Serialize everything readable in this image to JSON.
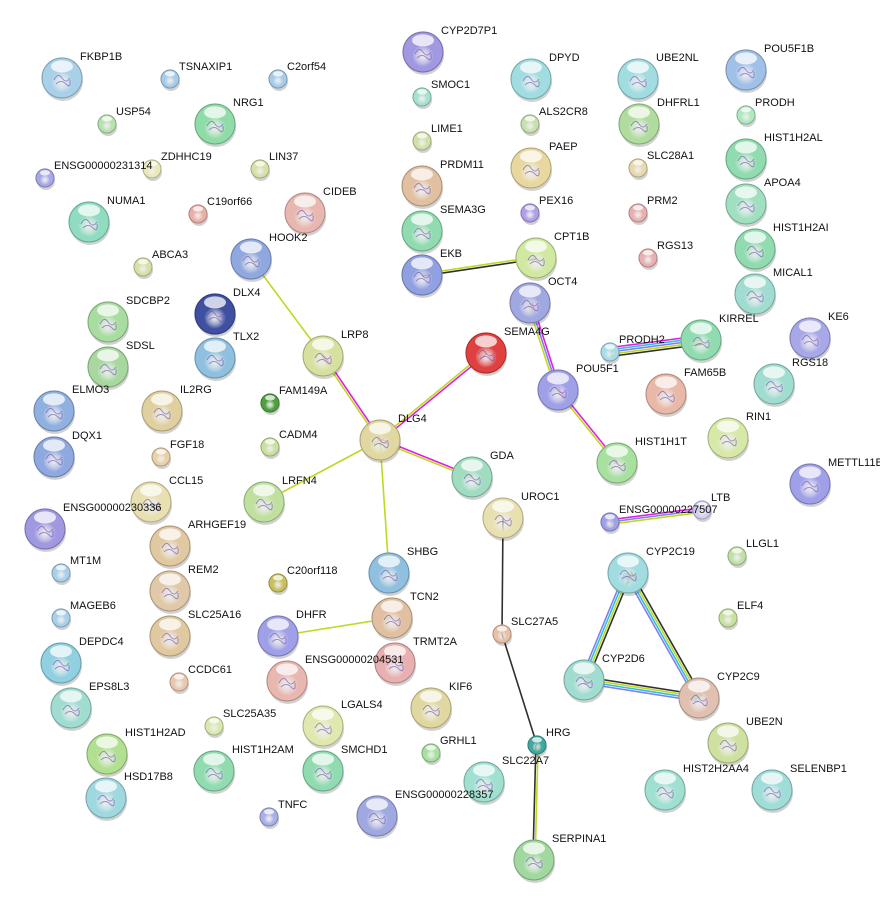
{
  "nodes": [
    {
      "name": "FKBP1B",
      "color": "#a8d0e8"
    },
    {
      "name": "TSNAXIP1",
      "color": "#a8cce8"
    },
    {
      "name": "C2orf54",
      "color": "#a8cce8"
    },
    {
      "name": "USP54",
      "color": "#b8e0b0"
    },
    {
      "name": "NRG1",
      "color": "#90dca8"
    },
    {
      "name": "ENSG00000231314",
      "color": "#a8a8e8"
    },
    {
      "name": "ZDHHC19",
      "color": "#e8e8b8"
    },
    {
      "name": "LIN37",
      "color": "#d8e0a8"
    },
    {
      "name": "NUMA1",
      "color": "#90dcc0"
    },
    {
      "name": "C19orf66",
      "color": "#e8b0a8"
    },
    {
      "name": "CIDEB",
      "color": "#e8b8b0"
    },
    {
      "name": "HOOK2",
      "color": "#90a8e0"
    },
    {
      "name": "ABCA3",
      "color": "#d8e0a8"
    },
    {
      "name": "SDCBP2",
      "color": "#a8dca0"
    },
    {
      "name": "DLX4",
      "color": "#4050a0"
    },
    {
      "name": "SDSL",
      "color": "#a8d8a0"
    },
    {
      "name": "TLX2",
      "color": "#90c0e0"
    },
    {
      "name": "ELMO3",
      "color": "#90b0e0"
    },
    {
      "name": "LRP8",
      "color": "#d8e0a0"
    },
    {
      "name": "FAM149A",
      "color": "#50a040"
    },
    {
      "name": "IL2RG",
      "color": "#e0d0a0"
    },
    {
      "name": "DLG4",
      "color": "#e0d8a0"
    },
    {
      "name": "CADM4",
      "color": "#c8e0a0"
    },
    {
      "name": "DQX1",
      "color": "#90a8e0"
    },
    {
      "name": "FGF18",
      "color": "#e8d0a8"
    },
    {
      "name": "SEMA4G",
      "color": "#e04040"
    },
    {
      "name": "GDA",
      "color": "#a0dcc0"
    },
    {
      "name": "LRFN4",
      "color": "#c0e0a0"
    },
    {
      "name": "CCL15",
      "color": "#e8e0b0"
    },
    {
      "name": "ENSG00000230336",
      "color": "#a098e0"
    },
    {
      "name": "UROC1",
      "color": "#e8e0b0"
    },
    {
      "name": "ARHGEF19",
      "color": "#e0c8a0"
    },
    {
      "name": "MT1M",
      "color": "#a8d0e8"
    },
    {
      "name": "C20orf118",
      "color": "#c8c060"
    },
    {
      "name": "SHBG",
      "color": "#90c0e0"
    },
    {
      "name": "REM2",
      "color": "#e0c8a8"
    },
    {
      "name": "TCN2",
      "color": "#e0c0a0"
    },
    {
      "name": "MAGEB6",
      "color": "#a8d0e8"
    },
    {
      "name": "SLC25A16",
      "color": "#e0c8a0"
    },
    {
      "name": "DHFR",
      "color": "#a0a0e8"
    },
    {
      "name": "DEPDC4",
      "color": "#90d0e0"
    },
    {
      "name": "TRMT2A",
      "color": "#e8b0b0"
    },
    {
      "name": "ENSG00000204531",
      "color": "#e8b8b0"
    },
    {
      "name": "CCDC61",
      "color": "#e8c8b0"
    },
    {
      "name": "EPS8L3",
      "color": "#a0dcd0"
    },
    {
      "name": "KIF6",
      "color": "#e0d8a0"
    },
    {
      "name": "SLC25A35",
      "color": "#d8e8b0"
    },
    {
      "name": "LGALS4",
      "color": "#e0e8b0"
    },
    {
      "name": "HIST1H2AD",
      "color": "#b0e090"
    },
    {
      "name": "HIST1H2AM",
      "color": "#90dcb0"
    },
    {
      "name": "SMCHD1",
      "color": "#90dcb0"
    },
    {
      "name": "GRHL1",
      "color": "#a8e0a0"
    },
    {
      "name": "HSD17B8",
      "color": "#a0d8e0"
    },
    {
      "name": "TNFC",
      "color": "#a8b0e8"
    },
    {
      "name": "ENSG00000228357",
      "color": "#a0a8e0"
    },
    {
      "name": "SLC22A7",
      "color": "#a0e0d0"
    },
    {
      "name": "HRG",
      "color": "#40a8a0"
    },
    {
      "name": "SLC27A5",
      "color": "#e8c0a8"
    },
    {
      "name": "SERPINA1",
      "color": "#a0d8a0"
    },
    {
      "name": "CYP2D7P1",
      "color": "#a098e0"
    },
    {
      "name": "SMOC1",
      "color": "#a8e0d0"
    },
    {
      "name": "LIME1",
      "color": "#d0e0a8"
    },
    {
      "name": "PRDM11",
      "color": "#e0c0a0"
    },
    {
      "name": "SEMA3G",
      "color": "#90dcb0"
    },
    {
      "name": "EKB",
      "color": "#90a0e0"
    },
    {
      "name": "DPYD",
      "color": "#a0dce0"
    },
    {
      "name": "ALS2CR8",
      "color": "#c8e0b0"
    },
    {
      "name": "PAEP",
      "color": "#e8d8a0"
    },
    {
      "name": "PEX16",
      "color": "#b0a0e8"
    },
    {
      "name": "CPT1B",
      "color": "#d0e8a0"
    },
    {
      "name": "OCT4",
      "color": "#a0a8e0"
    },
    {
      "name": "POU5F1",
      "color": "#a0a0e8"
    },
    {
      "name": "UBE2NL",
      "color": "#a0dce0"
    },
    {
      "name": "DHFRL1",
      "color": "#b0dca0"
    },
    {
      "name": "SLC28A1",
      "color": "#e8d8b0"
    },
    {
      "name": "PRM2",
      "color": "#e8b0b0"
    },
    {
      "name": "RGS13",
      "color": "#e8b0b0"
    },
    {
      "name": "POU5F1B",
      "color": "#a0c0e8"
    },
    {
      "name": "PRODH",
      "color": "#b0e8c0"
    },
    {
      "name": "HIST1H2AL",
      "color": "#90dcb0"
    },
    {
      "name": "APOA4",
      "color": "#a0e0c0"
    },
    {
      "name": "HIST1H2AI",
      "color": "#90dcb0"
    },
    {
      "name": "MICAL1",
      "color": "#a0dcd0"
    },
    {
      "name": "KIRREL",
      "color": "#90dcb0"
    },
    {
      "name": "PRODH2",
      "color": "#a8dce8"
    },
    {
      "name": "KE6",
      "color": "#a8a8e8"
    },
    {
      "name": "FAM65B",
      "color": "#e8b8a8"
    },
    {
      "name": "RGS18",
      "color": "#a0dcd0"
    },
    {
      "name": "RIN1",
      "color": "#d8e8a8"
    },
    {
      "name": "HIST1H1T",
      "color": "#a8e0a0"
    },
    {
      "name": "METTL11B",
      "color": "#a0a0e8"
    },
    {
      "name": "LTB",
      "color": "#d0d0f0"
    },
    {
      "name": "ENSG00000227507",
      "color": "#a0a0e8"
    },
    {
      "name": "LLGL1",
      "color": "#c0e0a8"
    },
    {
      "name": "CYP2C19",
      "color": "#a0dce0"
    },
    {
      "name": "ELF4",
      "color": "#c8e0a0"
    },
    {
      "name": "CYP2D6",
      "color": "#a0dcd0"
    },
    {
      "name": "CYP2C9",
      "color": "#e0c0b0"
    },
    {
      "name": "UBE2N",
      "color": "#d0e0a0"
    },
    {
      "name": "HIST2H2AA4",
      "color": "#a0e0d0"
    },
    {
      "name": "SELENBP1",
      "color": "#a0dcd8"
    }
  ],
  "edge_colors": {
    "textmining": "#c0d820",
    "experiments": "#e020e0",
    "database": "#30c0e0",
    "coexpression": "#303030",
    "homology": "#8080f0"
  },
  "edges": [
    {
      "source": "HOOK2",
      "target": "LRP8",
      "channels": [
        "textmining"
      ]
    },
    {
      "source": "LRP8",
      "target": "DLG4",
      "channels": [
        "experiments",
        "textmining"
      ]
    },
    {
      "source": "SEMA4G",
      "target": "DLG4",
      "channels": [
        "experiments",
        "textmining"
      ]
    },
    {
      "source": "DLG4",
      "target": "LRFN4",
      "channels": [
        "textmining"
      ]
    },
    {
      "source": "DLG4",
      "target": "GDA",
      "channels": [
        "experiments",
        "textmining"
      ]
    },
    {
      "source": "DLG4",
      "target": "SHBG",
      "channels": [
        "textmining"
      ]
    },
    {
      "source": "DHFR",
      "target": "TCN2",
      "channels": [
        "textmining"
      ]
    },
    {
      "source": "EKB",
      "target": "CPT1B",
      "channels": [
        "textmining",
        "coexpression"
      ]
    },
    {
      "source": "OCT4",
      "target": "POU5F1",
      "channels": [
        "experiments",
        "homology",
        "textmining"
      ]
    },
    {
      "source": "POU5F1",
      "target": "HIST1H1T",
      "channels": [
        "experiments",
        "textmining"
      ]
    },
    {
      "source": "PRODH2",
      "target": "KIRREL",
      "channels": [
        "experiments",
        "database",
        "homology",
        "textmining",
        "coexpression"
      ]
    },
    {
      "source": "ENSG00000227507",
      "target": "LTB",
      "channels": [
        "experiments",
        "homology",
        "textmining"
      ]
    },
    {
      "source": "UROC1",
      "target": "SLC27A5",
      "channels": [
        "coexpression"
      ]
    },
    {
      "source": "SLC27A5",
      "target": "HRG",
      "channels": [
        "coexpression"
      ]
    },
    {
      "source": "HRG",
      "target": "SERPINA1",
      "channels": [
        "textmining",
        "coexpression"
      ]
    },
    {
      "source": "CYP2C19",
      "target": "CYP2D6",
      "channels": [
        "coexpression",
        "textmining",
        "database",
        "homology"
      ]
    },
    {
      "source": "CYP2C19",
      "target": "CYP2C9",
      "channels": [
        "coexpression",
        "textmining",
        "database",
        "homology"
      ]
    },
    {
      "source": "CYP2D6",
      "target": "CYP2C9",
      "channels": [
        "coexpression",
        "textmining",
        "database",
        "homology"
      ]
    }
  ]
}
